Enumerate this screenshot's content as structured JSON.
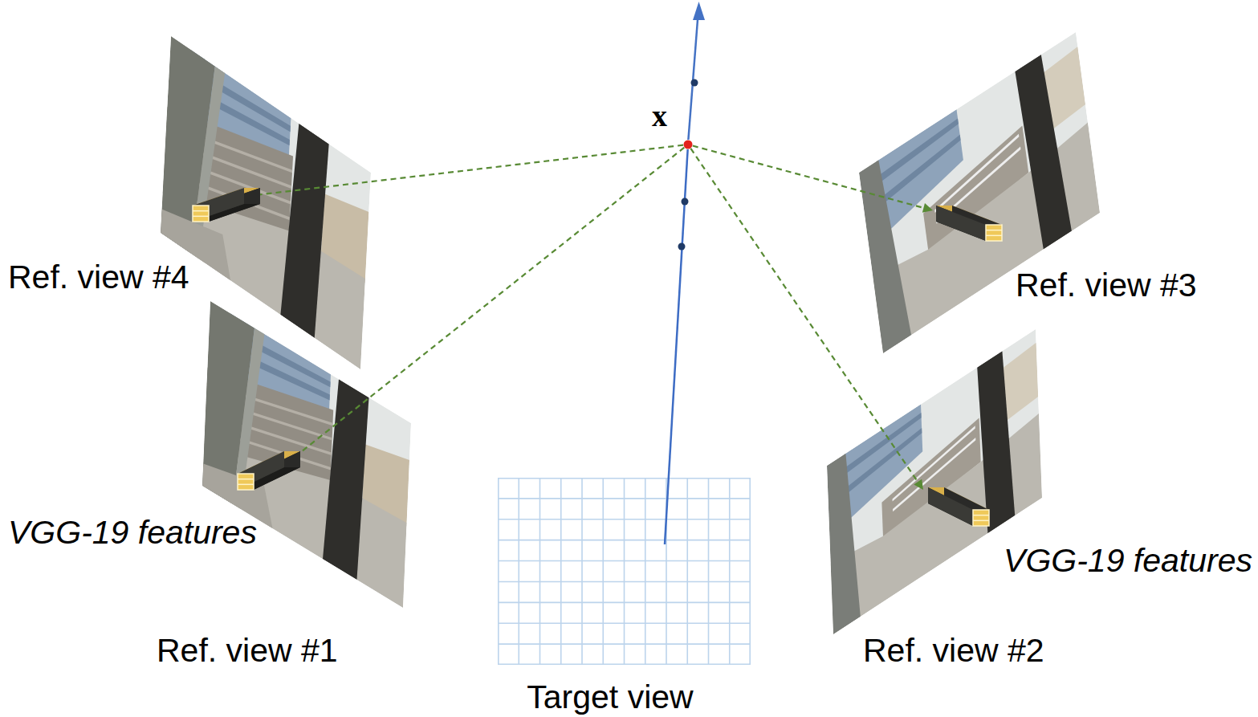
{
  "diagram": {
    "nodes": [
      {
        "text": [
          "Ref. view #4"
        ]
      },
      {
        "text": [
          "x"
        ]
      },
      {
        "text": [
          "Ref. view #3"
        ]
      },
      {
        "text": [
          "Ref. view #1"
        ]
      },
      {
        "text": [
          "Ref. view #2"
        ]
      },
      {
        "text": [
          "Target view"
        ]
      }
    ],
    "edges": [
      {
        "from": 5,
        "to": 1,
        "arrow": "none"
      },
      {
        "from": 1,
        "to": 0,
        "arrow": "none"
      },
      {
        "from": 1,
        "to": 3,
        "arrow": "none"
      },
      {
        "from": 1,
        "to": 2,
        "arrow": "to"
      },
      {
        "from": 1,
        "to": 4,
        "arrow": "to"
      }
    ],
    "labels": [
      "VGG-19 features",
      "VGG-19 features"
    ]
  }
}
